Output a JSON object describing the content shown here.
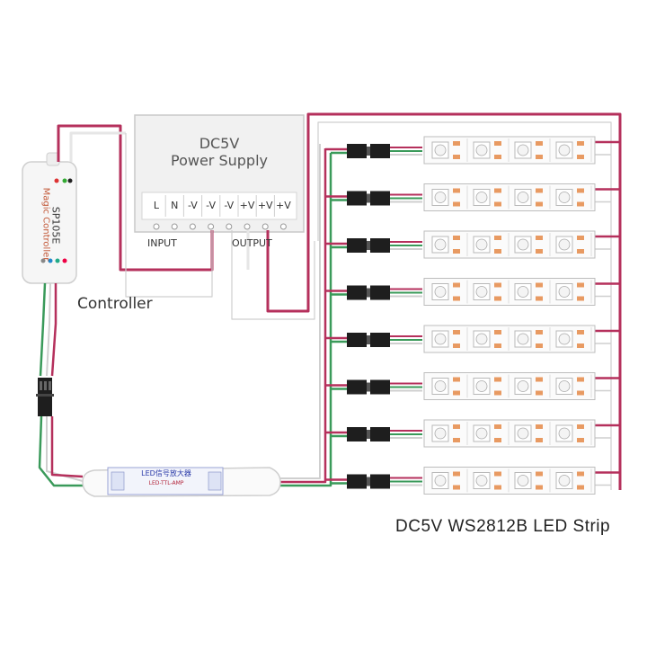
{
  "power_supply": {
    "title_line1": "DC5V",
    "title_line2": "Power Supply",
    "terminals": [
      "L",
      "N",
      "-V",
      "-V",
      "-V",
      "+V",
      "+V",
      "+V"
    ],
    "input_label": "INPUT",
    "output_label": "OUTPUT"
  },
  "controller": {
    "label": "Controller",
    "model": "SP105E",
    "brand": "Magic Controller"
  },
  "amplifier": {
    "text_line1": "LED信号放大器",
    "text_line2": "LED-TTL-AMP"
  },
  "strip": {
    "label": "DC5V WS2812B LED Strip",
    "count": 8
  },
  "colors": {
    "power_red": "#b5305c",
    "signal_green": "#3a9a5a",
    "ground_white": "#e6e6e6",
    "outline": "#cfcfcf",
    "chip_orange": "#e89a62",
    "connector_black": "#1e1e1e"
  }
}
